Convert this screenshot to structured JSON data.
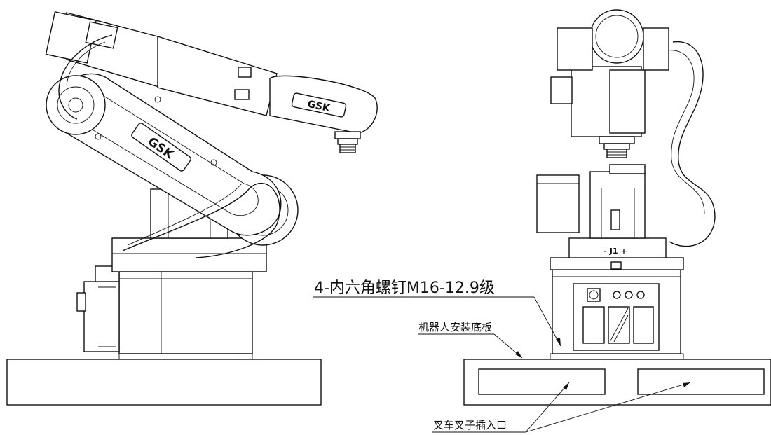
{
  "annotations": {
    "bolt_note": "4-内六角螺钉M16-12.9级",
    "base_plate": "机器人安装底板",
    "forklift_slot": "叉车叉子插入口",
    "axis_label": "- J1 +"
  },
  "logos": {
    "arm_logo": "GSK"
  }
}
